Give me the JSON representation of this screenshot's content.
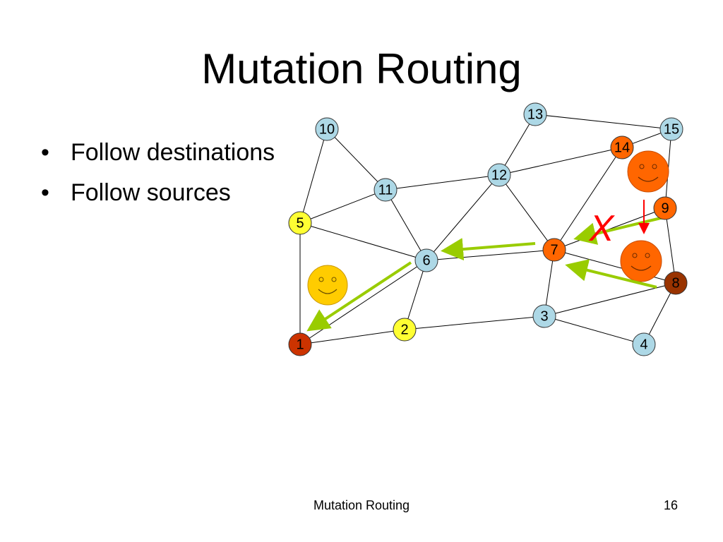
{
  "slide": {
    "title": "Mutation Routing",
    "bullets": [
      "Follow destinations",
      "Follow sources"
    ],
    "bullet_marker": "•",
    "footer_title": "Mutation Routing",
    "page_number": "16"
  },
  "diagram": {
    "nodes": [
      {
        "id": "1",
        "fill": "#cc3300"
      },
      {
        "id": "2",
        "fill": "#ffff33"
      },
      {
        "id": "3",
        "fill": "#add8e6"
      },
      {
        "id": "4",
        "fill": "#add8e6"
      },
      {
        "id": "5",
        "fill": "#ffff33"
      },
      {
        "id": "6",
        "fill": "#add8e6"
      },
      {
        "id": "7",
        "fill": "#ff6600"
      },
      {
        "id": "8",
        "fill": "#993300"
      },
      {
        "id": "9",
        "fill": "#ff6600"
      },
      {
        "id": "10",
        "fill": "#add8e6"
      },
      {
        "id": "11",
        "fill": "#add8e6"
      },
      {
        "id": "12",
        "fill": "#add8e6"
      },
      {
        "id": "13",
        "fill": "#add8e6"
      },
      {
        "id": "14",
        "fill": "#ff6600"
      },
      {
        "id": "15",
        "fill": "#add8e6"
      }
    ],
    "edges": [
      [
        "10",
        "5"
      ],
      [
        "10",
        "11"
      ],
      [
        "5",
        "11"
      ],
      [
        "5",
        "6"
      ],
      [
        "5",
        "1"
      ],
      [
        "11",
        "12"
      ],
      [
        "11",
        "6"
      ],
      [
        "12",
        "13"
      ],
      [
        "12",
        "14"
      ],
      [
        "12",
        "6"
      ],
      [
        "12",
        "7"
      ],
      [
        "13",
        "15"
      ],
      [
        "14",
        "15"
      ],
      [
        "14",
        "7"
      ],
      [
        "15",
        "9"
      ],
      [
        "9",
        "8"
      ],
      [
        "9",
        "7"
      ],
      [
        "6",
        "7"
      ],
      [
        "6",
        "1"
      ],
      [
        "6",
        "2"
      ],
      [
        "7",
        "3"
      ],
      [
        "7",
        "8"
      ],
      [
        "2",
        "1"
      ],
      [
        "2",
        "3"
      ],
      [
        "3",
        "8"
      ],
      [
        "3",
        "4"
      ],
      [
        "8",
        "4"
      ]
    ],
    "mark_x": "X",
    "colors": {
      "arrow_green": "#99cc00",
      "arrow_red": "#ff0000",
      "smiley_orange": "#ff6600",
      "smiley_yellow": "#ffcc00"
    }
  }
}
